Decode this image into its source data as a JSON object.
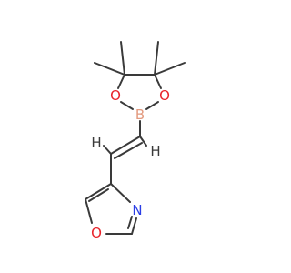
{
  "molecule": {
    "atoms": {
      "O_ring_left": {
        "symbol": "O",
        "color": "#e8232a"
      },
      "O_ring_right": {
        "symbol": "O",
        "color": "#e8232a"
      },
      "B": {
        "symbol": "B",
        "color": "#e39a7f"
      },
      "H_vinyl_1": {
        "symbol": "H",
        "color": "#3a3a3a"
      },
      "H_vinyl_2": {
        "symbol": "H",
        "color": "#3a3a3a"
      },
      "N_oxazole": {
        "symbol": "N",
        "color": "#2b3ee6"
      },
      "O_oxazole": {
        "symbol": "O",
        "color": "#e8232a"
      }
    },
    "bond_color": "#3a3a3a"
  }
}
